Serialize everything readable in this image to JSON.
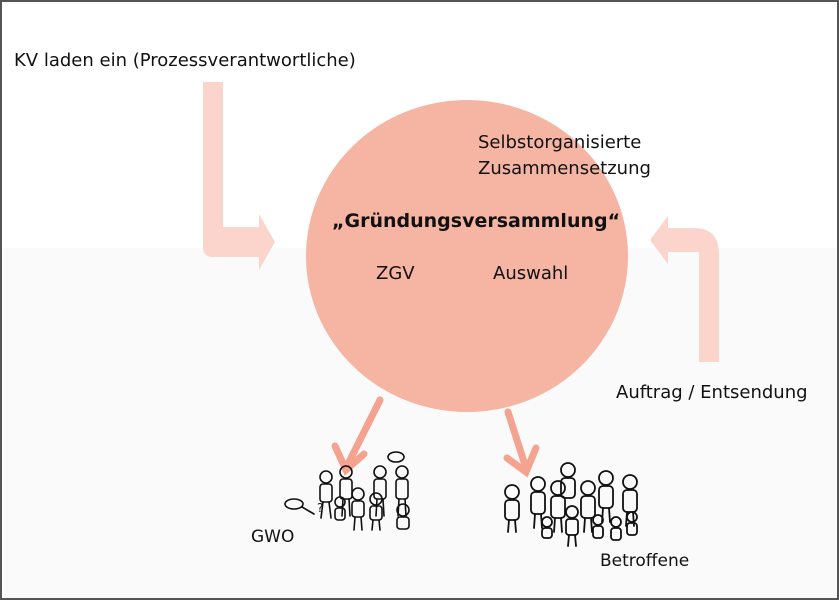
{
  "labels": {
    "invite": "KV laden ein (Prozessverantwortliche)",
    "self_org_line1": "Selbstorganisierte",
    "self_org_line2": "Zusammensetzung",
    "center_title": "„Gründungsversammlung“",
    "zgv": "ZGV",
    "auswahl": "Auswahl",
    "auftrag": "Auftrag / Entsendung",
    "gwo": "GWO",
    "betroffene": "Betroffene"
  },
  "colors": {
    "circle": "#f6b4a2",
    "arrow_light": "#fbd5cb",
    "arrow_down": "#f4a390",
    "frame_border": "#555555",
    "figure_stroke": "#111111"
  }
}
